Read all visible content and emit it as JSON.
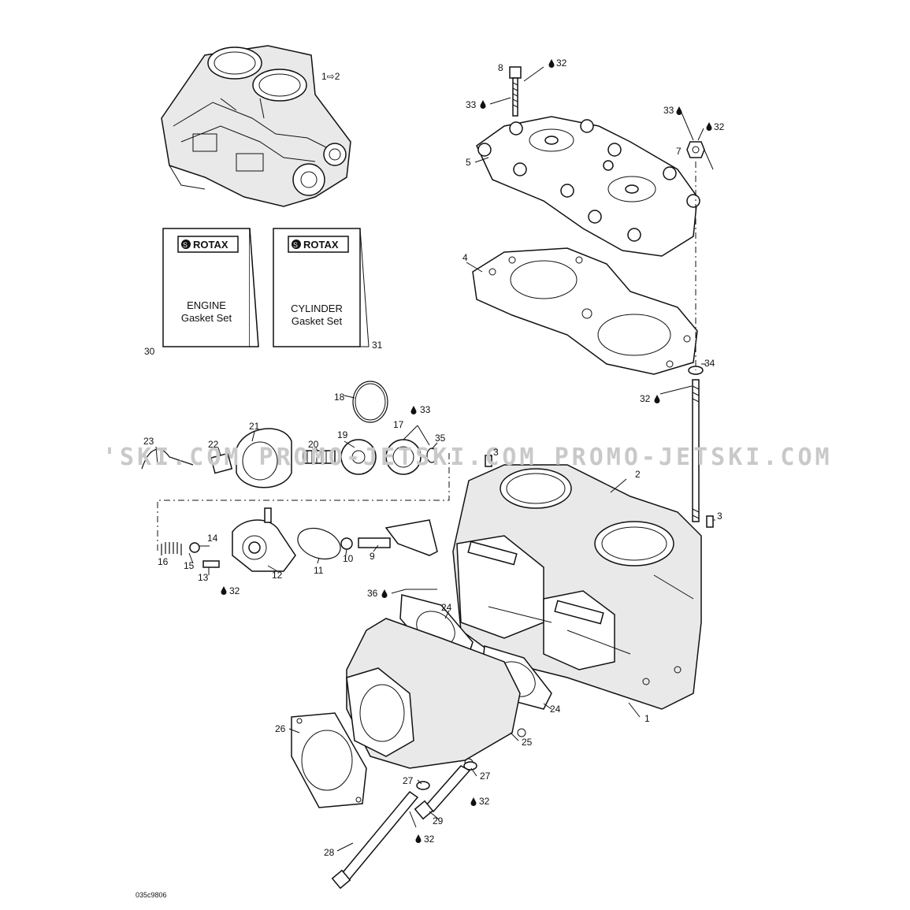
{
  "watermark": "'SKI.COM PROMO-JETSKI.COM PROMO-JETSKI.COM",
  "reference_code": "035c9806",
  "kits": [
    {
      "brand": "ROTAX",
      "line1": "ENGINE",
      "line2": "Gasket Set",
      "number": "30"
    },
    {
      "brand": "ROTAX",
      "line1": "CYLINDER",
      "line2": "Gasket Set",
      "number": "31"
    }
  ],
  "engine_range_label": "1⇨2",
  "labels": {
    "p1": "1",
    "p2": "2",
    "p3a": "3",
    "p3b": "3",
    "p4": "4",
    "p5": "5",
    "p7": "7",
    "p8": "8",
    "p9": "9",
    "p10": "10",
    "p11": "11",
    "p12": "12",
    "p13": "13",
    "p14": "14",
    "p15": "15",
    "p16": "16",
    "p17": "17",
    "p18": "18",
    "p19": "19",
    "p20": "20",
    "p21": "21",
    "p22": "22",
    "p23": "23",
    "p24a": "24",
    "p24b": "24",
    "p25": "25",
    "p26": "26",
    "p27a": "27",
    "p27b": "27",
    "p28": "28",
    "p29": "29",
    "p34": "34",
    "p35": "35"
  },
  "lubricant_labels": {
    "l32_top": "32",
    "l33_left": "33",
    "l33_right": "33",
    "l32_nut": "32",
    "l32_stud": "32",
    "l33_seal": "33",
    "l32_pump": "32",
    "l36": "36",
    "l32_screw_r": "32",
    "l32_screw_l": "32"
  },
  "icons": [
    "drop-icon",
    "rotax-logo-icon"
  ]
}
